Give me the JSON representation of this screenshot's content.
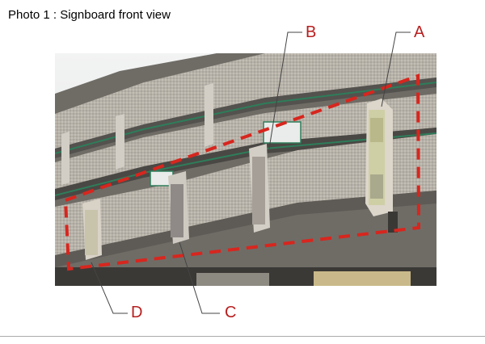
{
  "header": {
    "title": "Photo 1 : Signboard front view"
  },
  "callouts": [
    {
      "letter": "A"
    },
    {
      "letter": "B"
    },
    {
      "letter": "C"
    },
    {
      "letter": "D"
    }
  ],
  "colors": {
    "annotation": "#d7261e",
    "label_text": "#b81e1e"
  }
}
